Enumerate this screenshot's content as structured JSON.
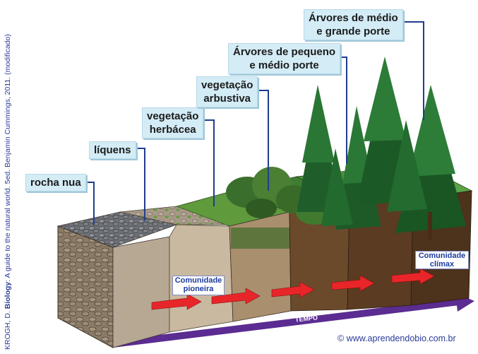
{
  "stages": [
    {
      "id": "rocha",
      "label": "rocha nua"
    },
    {
      "id": "liquens",
      "label": "líquens"
    },
    {
      "id": "herbacea",
      "label": "vegetação\nherbácea"
    },
    {
      "id": "arbustiva",
      "label": "vegetação\narbustiva"
    },
    {
      "id": "pequeno",
      "label": "Árvores de pequeno\ne médio porte"
    },
    {
      "id": "grande",
      "label": "Árvores de médio\ne grande porte"
    }
  ],
  "tags": {
    "pioneira": "Comunidade\npioneira",
    "climax": "Comunidade\nclímax"
  },
  "time_axis_label": "TEMPO",
  "credit": {
    "author": "KROGH, D. ",
    "title": "Biology",
    "rest": ": A guide to the natural world. 5ed. Benjamin Cummings, 2011. (modificado)"
  },
  "website": "© www.aprendendobio.com.br",
  "colors": {
    "label_bg": "#d3ecf6",
    "leader": "#1f3d8f",
    "arrow": "#e8262a",
    "time_bar": "#5b2c91"
  }
}
